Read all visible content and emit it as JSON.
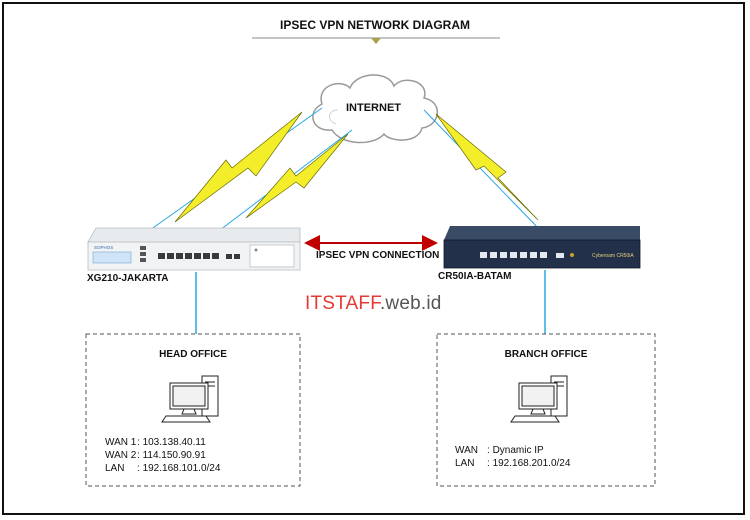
{
  "title": "IPSEC VPN NETWORK DIAGRAM",
  "internet_label": "INTERNET",
  "vpn_label": "IPSEC VPN CONNECTION",
  "watermark": {
    "brand": "ITSTAFF",
    "domain": ".web.id"
  },
  "devices": {
    "left": {
      "label": "XG210-JAKARTA",
      "logo": "SOPHOS"
    },
    "right": {
      "label": "CR50IA-BATAM",
      "logo": "Cyberoam  CR50iA"
    }
  },
  "offices": {
    "head": {
      "title": "HEAD OFFICE",
      "rows": [
        {
          "key": "WAN 1",
          "sep": ":",
          "value": "103.138.40.11"
        },
        {
          "key": "WAN 2",
          "sep": ":",
          "value": "114.150.90.91"
        },
        {
          "key": "LAN",
          "sep": ":",
          "value": "192.168.101.0/24"
        }
      ]
    },
    "branch": {
      "title": "BRANCH OFFICE",
      "rows": [
        {
          "key": "WAN",
          "sep": ":",
          "value": "Dynamic IP"
        },
        {
          "key": "LAN",
          "sep": ":",
          "value": "192.168.201.0/24"
        }
      ]
    }
  },
  "colors": {
    "link_blue": "#29a8e0",
    "lightning_fill": "#f4ee2a",
    "vpn_arrow": "#c00000",
    "office_border": "#555555",
    "watermark_brand": "#e53935"
  }
}
